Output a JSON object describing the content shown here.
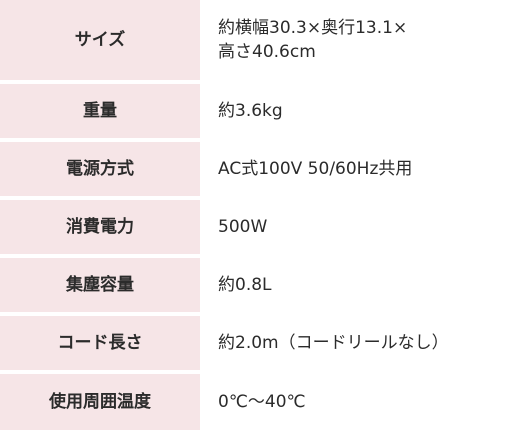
{
  "spec_table": {
    "rows": [
      {
        "label": "サイズ",
        "value": "約横幅30.3×奥行13.1×\n高さ40.6cm"
      },
      {
        "label": "重量",
        "value": "約3.6kg"
      },
      {
        "label": "電源方式",
        "value": "AC式100V 50/60Hz共用"
      },
      {
        "label": "消費電力",
        "value": "500W"
      },
      {
        "label": "集塵容量",
        "value": "約0.8L"
      },
      {
        "label": "コード長さ",
        "value": "約2.0m（コードリールなし）"
      },
      {
        "label": "使用周囲温度",
        "value": "0℃～40℃"
      }
    ]
  },
  "colors": {
    "label_background": "#f6e5e7",
    "text": "#2b2b2b"
  }
}
